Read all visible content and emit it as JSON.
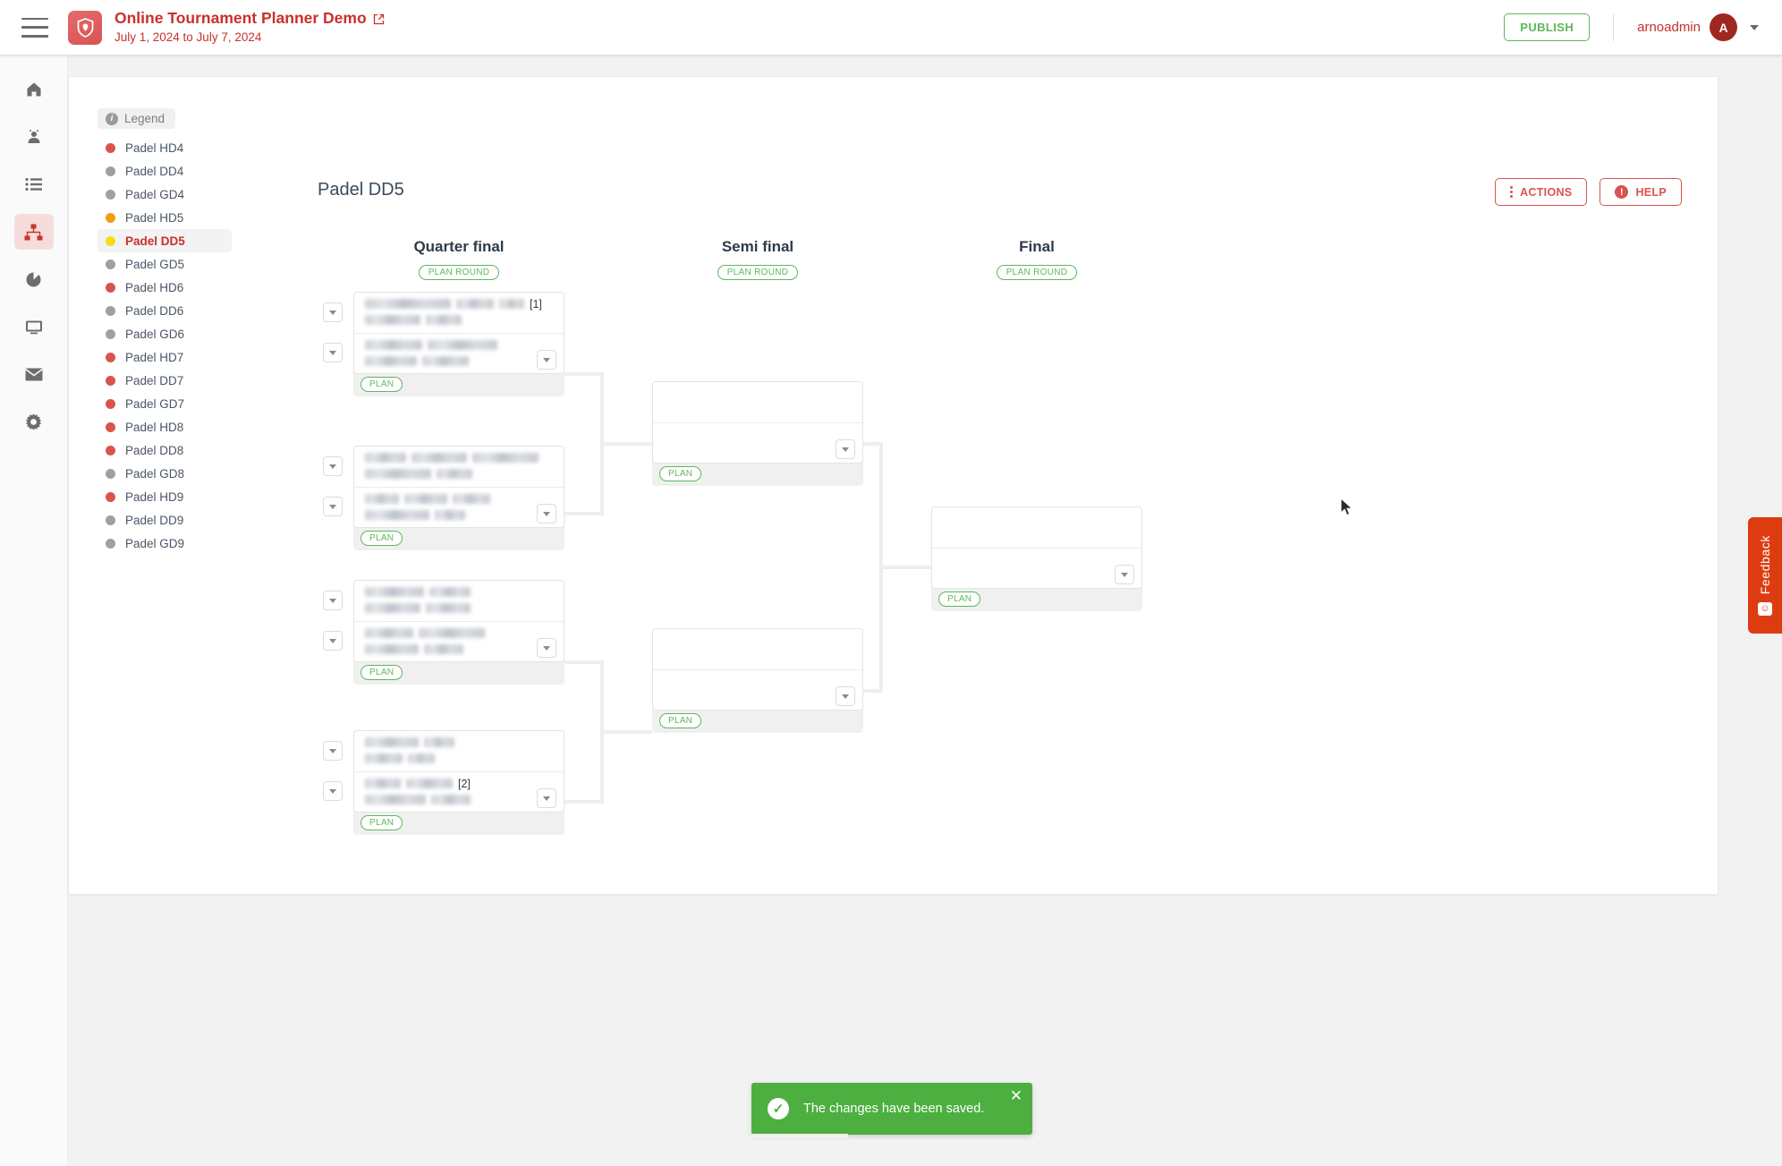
{
  "topbar": {
    "menu_icon": "hamburger-icon",
    "logo_icon": "shield-logo-icon",
    "title": "Online Tournament Planner Demo",
    "external_link_icon": "external-link-icon",
    "dates": "July 1, 2024 to July 7, 2024",
    "publish_label": "PUBLISH",
    "user_name": "arnoadmin",
    "avatar_initial": "A"
  },
  "rail": {
    "items": [
      {
        "name": "home-icon",
        "active": false
      },
      {
        "name": "players-icon",
        "active": false
      },
      {
        "name": "list-icon",
        "active": false
      },
      {
        "name": "bracket-icon",
        "active": true
      },
      {
        "name": "pie-chart-icon",
        "active": false
      },
      {
        "name": "monitor-icon",
        "active": false
      },
      {
        "name": "envelope-icon",
        "active": false
      },
      {
        "name": "gear-icon",
        "active": false
      }
    ]
  },
  "legend": {
    "header": "Legend",
    "info_icon": "info-icon",
    "items": [
      {
        "label": "Padel HD4",
        "color": "#d9534f",
        "selected": false
      },
      {
        "label": "Padel DD4",
        "color": "#a0a0a0",
        "selected": false
      },
      {
        "label": "Padel GD4",
        "color": "#a0a0a0",
        "selected": false
      },
      {
        "label": "Padel HD5",
        "color": "#f39c12",
        "selected": false
      },
      {
        "label": "Padel DD5",
        "color": "#f7dc16",
        "selected": true
      },
      {
        "label": "Padel GD5",
        "color": "#a0a0a0",
        "selected": false
      },
      {
        "label": "Padel HD6",
        "color": "#d9534f",
        "selected": false
      },
      {
        "label": "Padel DD6",
        "color": "#a0a0a0",
        "selected": false
      },
      {
        "label": "Padel GD6",
        "color": "#a0a0a0",
        "selected": false
      },
      {
        "label": "Padel HD7",
        "color": "#d9534f",
        "selected": false
      },
      {
        "label": "Padel DD7",
        "color": "#d9534f",
        "selected": false
      },
      {
        "label": "Padel GD7",
        "color": "#d9534f",
        "selected": false
      },
      {
        "label": "Padel HD8",
        "color": "#d9534f",
        "selected": false
      },
      {
        "label": "Padel DD8",
        "color": "#d9534f",
        "selected": false
      },
      {
        "label": "Padel GD8",
        "color": "#a0a0a0",
        "selected": false
      },
      {
        "label": "Padel HD9",
        "color": "#d9534f",
        "selected": false
      },
      {
        "label": "Padel DD9",
        "color": "#a0a0a0",
        "selected": false
      },
      {
        "label": "Padel GD9",
        "color": "#a0a0a0",
        "selected": false
      }
    ]
  },
  "page": {
    "title": "Padel DD5",
    "actions_label": "ACTIONS",
    "help_label": "HELP"
  },
  "bracket": {
    "plan_round_label": "PLAN ROUND",
    "plan_label": "PLAN",
    "rounds": [
      {
        "title": "Quarter final"
      },
      {
        "title": "Semi final"
      },
      {
        "title": "Final"
      }
    ],
    "matches": [
      {
        "round": 0,
        "teams": [
          {
            "line1_redacted": true,
            "line2_redacted": true,
            "seed": "[1]"
          },
          {
            "line1_redacted": true,
            "line2_redacted": true,
            "seed": ""
          }
        ]
      },
      {
        "round": 0,
        "teams": [
          {
            "line1_redacted": true,
            "line2_redacted": true,
            "seed": ""
          },
          {
            "line1_redacted": true,
            "line2_redacted": true,
            "seed": ""
          }
        ]
      },
      {
        "round": 0,
        "teams": [
          {
            "line1_redacted": true,
            "line2_redacted": true,
            "seed": ""
          },
          {
            "line1_redacted": true,
            "line2_redacted": true,
            "seed": ""
          }
        ]
      },
      {
        "round": 0,
        "teams": [
          {
            "line1_redacted": true,
            "line2_redacted": true,
            "seed": ""
          },
          {
            "line1_redacted": true,
            "line2_redacted": true,
            "seed": "[2]"
          }
        ]
      },
      {
        "round": 1,
        "teams": [
          {
            "empty": true
          },
          {
            "empty": true
          }
        ]
      },
      {
        "round": 1,
        "teams": [
          {
            "empty": true
          },
          {
            "empty": true
          }
        ]
      },
      {
        "round": 2,
        "teams": [
          {
            "empty": true
          },
          {
            "empty": true
          }
        ]
      }
    ]
  },
  "feedback": {
    "label": "Feedback",
    "icon": "smiley-icon"
  },
  "toast": {
    "message": "The changes have been saved.",
    "check_icon": "check-circle-icon",
    "close_icon": "close-icon"
  },
  "cursor": {
    "icon": "mouse-pointer-icon"
  }
}
